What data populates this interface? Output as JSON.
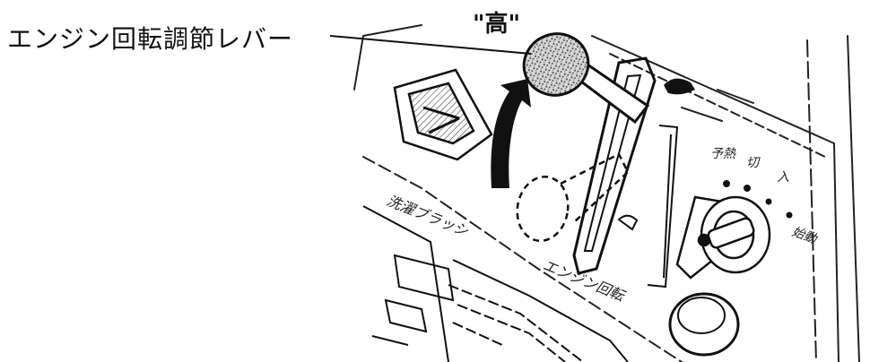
{
  "callout": {
    "label": "エンジン回転調節レバー"
  },
  "position_label": "\"高\"",
  "panel_text": {
    "left_lamp": "洗濯ブラッシ",
    "bottom": "エンジン回転",
    "key_switch": [
      "予熱",
      "切",
      "入",
      "始動"
    ]
  },
  "colors": {
    "ink": "#111111",
    "background": "#ffffff"
  }
}
